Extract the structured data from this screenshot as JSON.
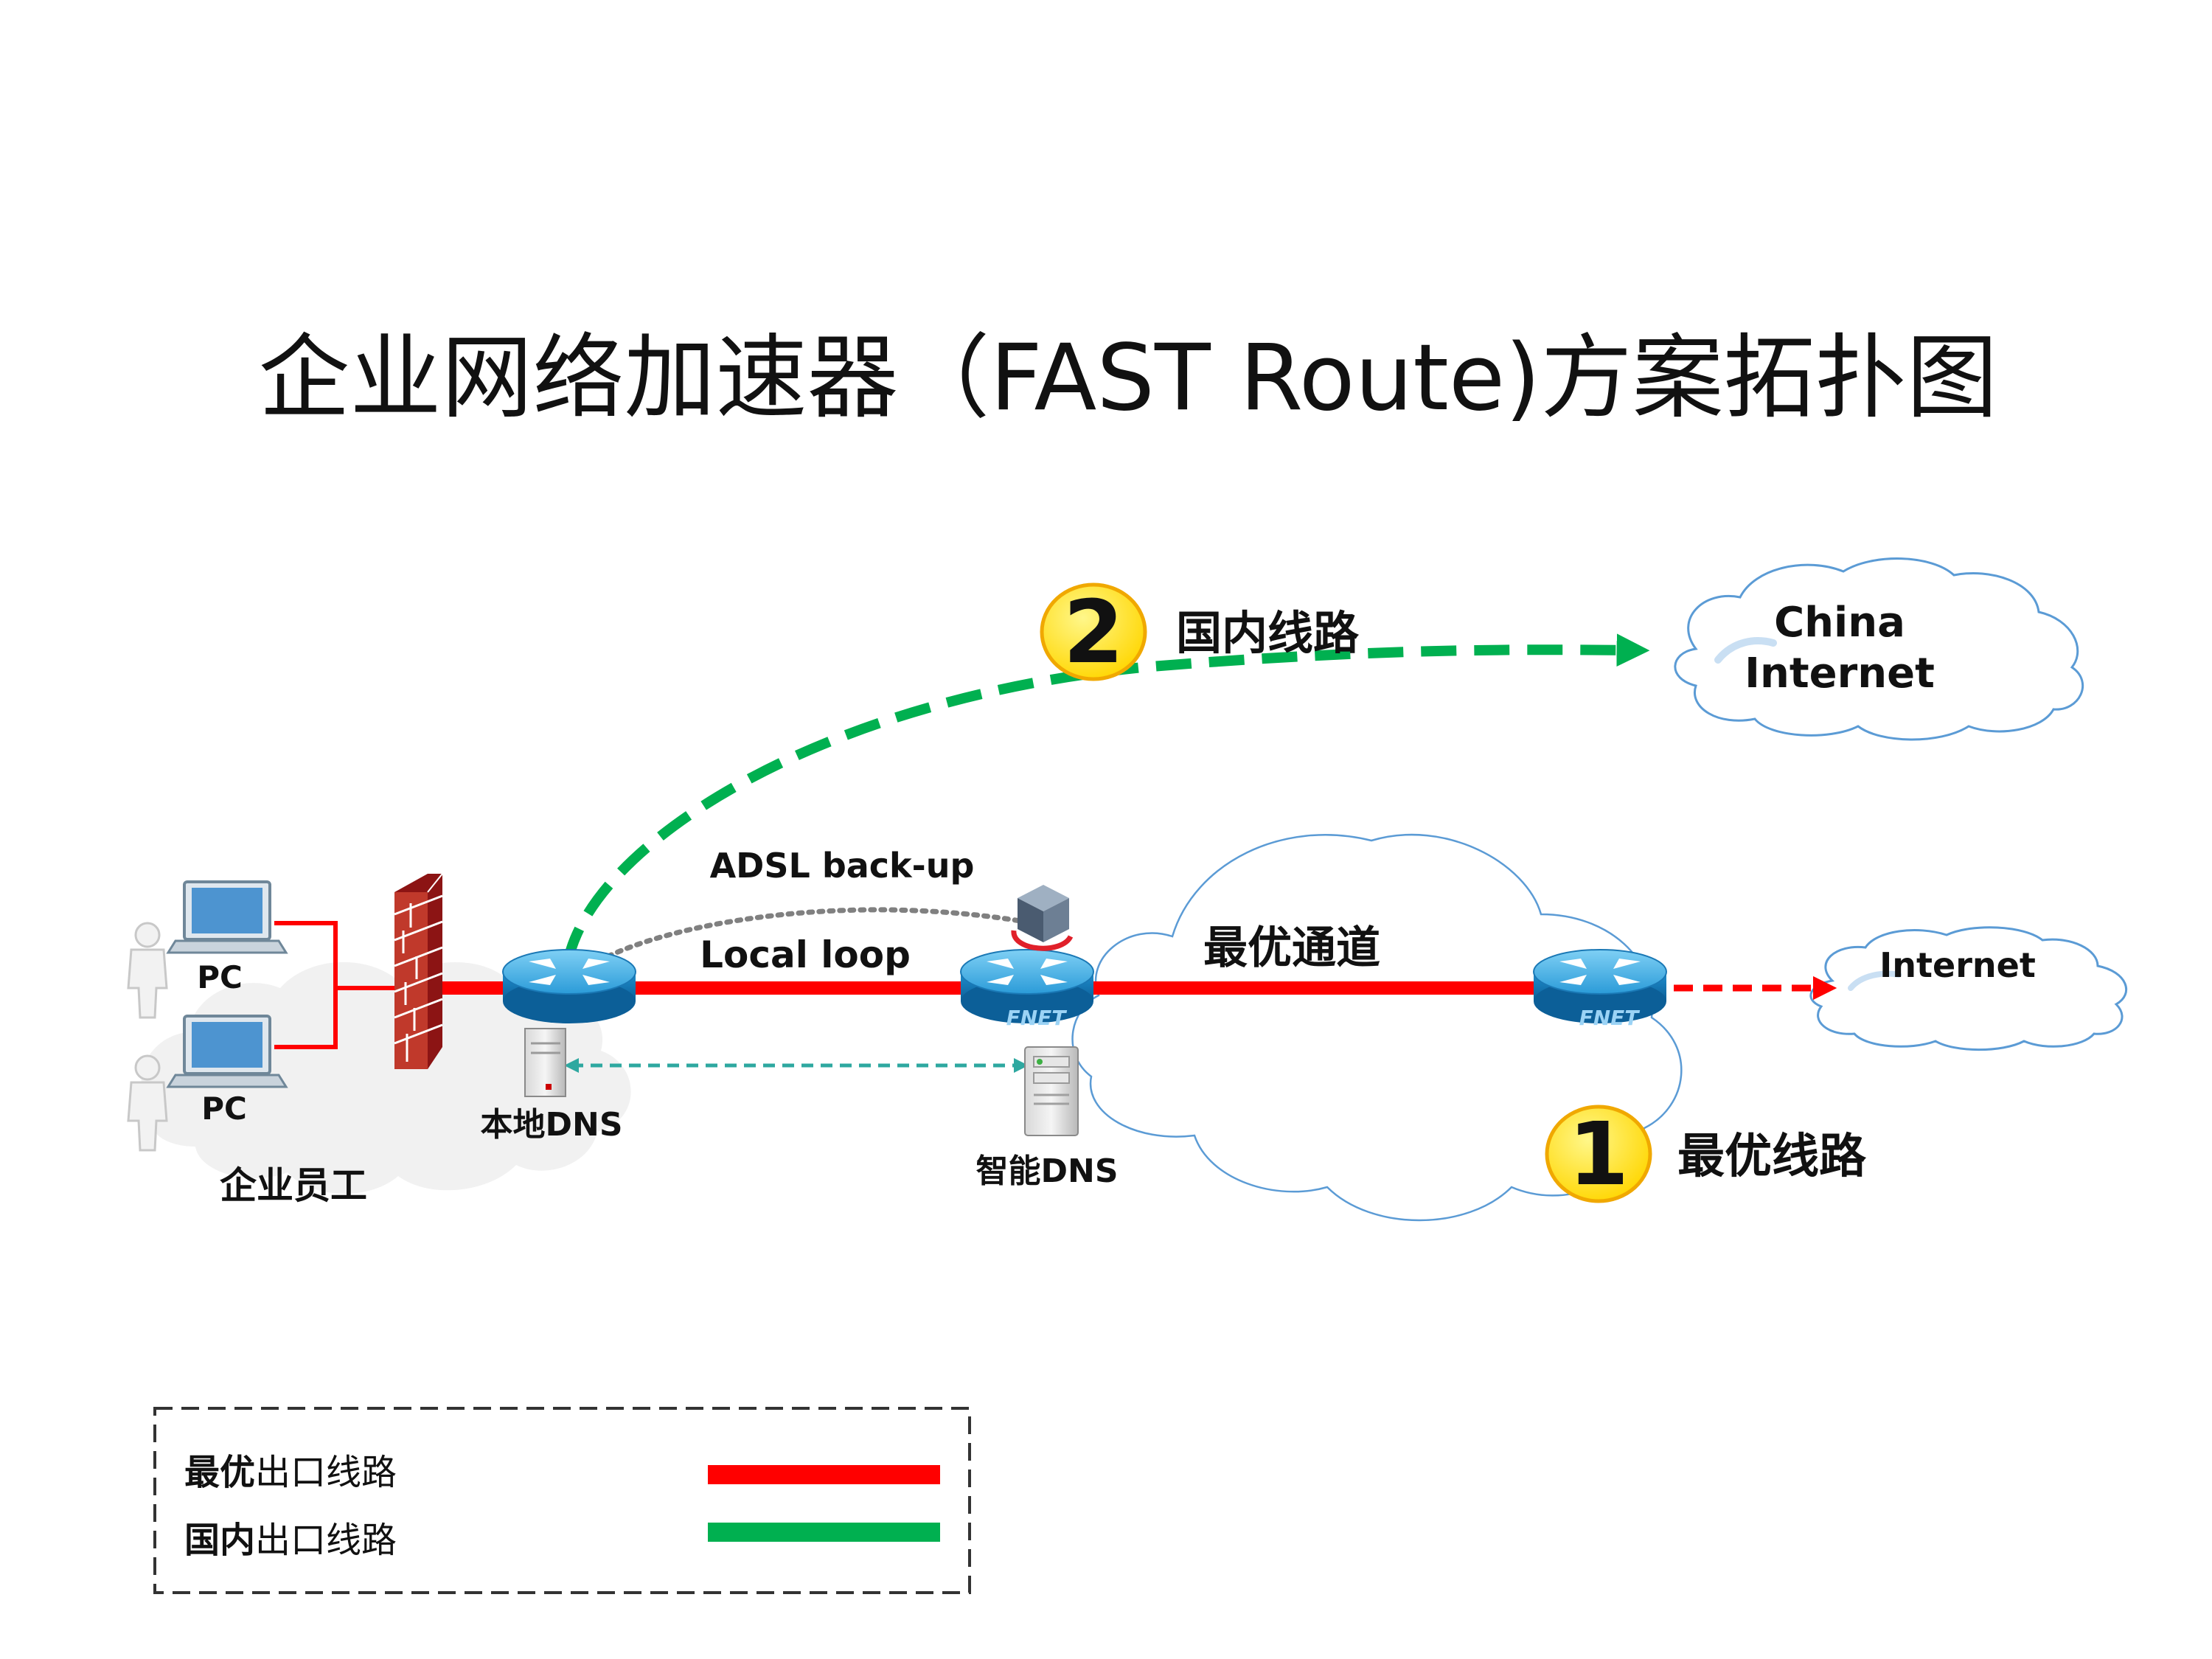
{
  "title": "企业网络加速器（FAST Route)方案拓扑图",
  "nodes": {
    "pc_top": "PC",
    "pc_bottom": "PC",
    "employees": "企业员工",
    "local_dns": "本地DNS",
    "smart_dns": "智能DNS",
    "china_internet_line1": "China",
    "china_internet_line2": "Internet",
    "internet": "Internet",
    "router_logo": "FNET"
  },
  "links": {
    "adsl": "ADSL back-up",
    "local_loop": "Local loop",
    "optimal_channel": "最优通道"
  },
  "routes": {
    "domestic": {
      "number": "2",
      "label": "国内线路"
    },
    "optimal": {
      "number": "1",
      "label": "最优线路"
    }
  },
  "legend": {
    "optimal": {
      "bold": "最优",
      "rest": "出口线路",
      "color": "#ff0000"
    },
    "domestic": {
      "bold": "国内",
      "rest": "出口线路",
      "color": "#00b050"
    }
  },
  "colors": {
    "optimal": "#ff0000",
    "domestic": "#00b050",
    "dns_link": "#2ea8a0",
    "router": "#1f8fcf",
    "badge": "#ffe500"
  }
}
